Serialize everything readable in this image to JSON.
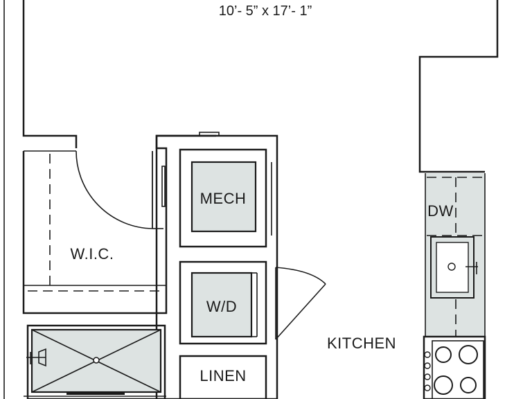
{
  "plan": {
    "dimension": "10’- 5” x 17’- 1”",
    "rooms": {
      "wic": "W.I.C.",
      "mech": "MECH",
      "wd": "W/D",
      "linen": "LINEN",
      "kitchen": "KITCHEN",
      "dw": "DW"
    }
  }
}
